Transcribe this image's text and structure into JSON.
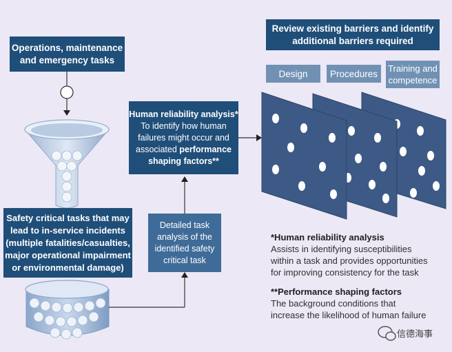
{
  "ops_box": {
    "lines": [
      "Operations, maintenance",
      "and emergency tasks"
    ]
  },
  "safety_box": {
    "lines": [
      "Safety critical tasks that may",
      "lead to in-service incidents",
      "(multiple fatalities/casualties,",
      "major operational impairment",
      "or environmental damage)"
    ]
  },
  "hra_box": {
    "title": "Human reliability analysis*",
    "lines": [
      "To identify how human",
      "failures might occur and"
    ],
    "line3_pre": "associated ",
    "line3_bold": "performance",
    "line4_bold": "shaping factors**"
  },
  "task_box": {
    "lines": [
      "Detailed task",
      "analysis of the",
      "identified safety",
      "critical task"
    ]
  },
  "review_box": {
    "lines": [
      "Review existing barriers and identify",
      "additional barriers required"
    ]
  },
  "barrier_tags": {
    "design": "Design",
    "procedures": "Procedures",
    "training_lines": [
      "Training and",
      "competence"
    ]
  },
  "notes": {
    "hra_title": "*Human reliability analysis",
    "hra_lines": [
      "Assists in identifying susceptibilities",
      "within a task and provides opportunities",
      "for improving consistency for the task"
    ],
    "psf_title": "**Performance shaping factors",
    "psf_lines": [
      "The background conditions that",
      "increase the likelihood of human failure"
    ]
  },
  "watermark": {
    "text": "信德海事"
  },
  "colors": {
    "dark_blue": "#1f4e79",
    "mid_blue": "#3f6b98",
    "tag_blue": "#7191b4",
    "panel": "#3d5a86",
    "background": "#ece8f6"
  }
}
